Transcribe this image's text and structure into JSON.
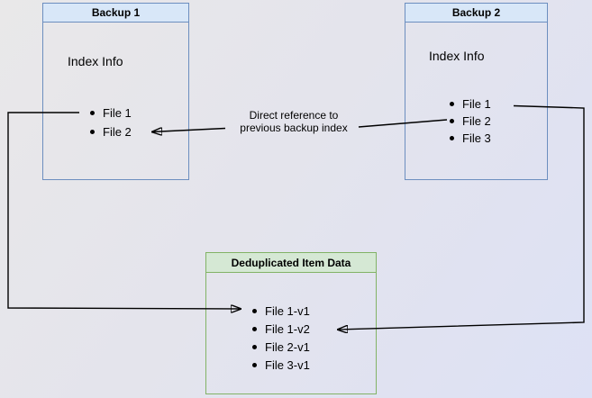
{
  "diagram": {
    "backup1": {
      "title": "Backup 1",
      "subtitle": "Index Info",
      "items": [
        "File 1",
        "File 2"
      ]
    },
    "backup2": {
      "title": "Backup 2",
      "subtitle": "Index Info",
      "items": [
        "File 1",
        "File 2",
        "File 3"
      ]
    },
    "dedup": {
      "title": "Deduplicated Item Data",
      "items": [
        "File 1-v1",
        "File 1-v2",
        "File 2-v1",
        "File 3-v1"
      ]
    },
    "annotation": {
      "line1": "Direct reference to",
      "line2": "previous backup index"
    },
    "colors": {
      "backup_header_fill": "#d8e7f8",
      "backup_border": "#6c8ebf",
      "dedup_header_fill": "#d5e8d4",
      "dedup_border": "#82b366",
      "connector": "#000000",
      "background_top_left": "#e9e8e9",
      "background_bottom_right": "#dde1f5"
    }
  }
}
